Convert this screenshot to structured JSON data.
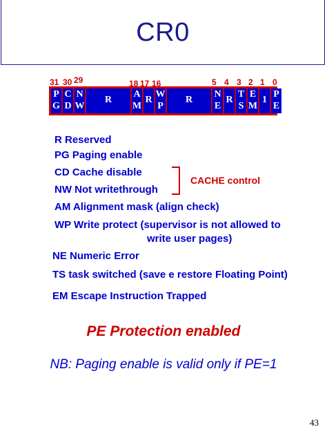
{
  "title": "CR0",
  "register": {
    "bit_numbers": [
      "31",
      "30",
      "29",
      "18",
      "17",
      "16",
      "5",
      "4",
      "3",
      "2",
      "1",
      "0"
    ],
    "fields": [
      {
        "line1": "P",
        "line2": "G"
      },
      {
        "line1": "C",
        "line2": "D"
      },
      {
        "line1": "N",
        "line2": "W"
      },
      {
        "line1": "R",
        "line2": ""
      },
      {
        "line1": "A",
        "line2": "M"
      },
      {
        "line1": "R",
        "line2": ""
      },
      {
        "line1": "W",
        "line2": "P"
      },
      {
        "line1": "R",
        "line2": ""
      },
      {
        "line1": "N",
        "line2": "E"
      },
      {
        "line1": "R",
        "line2": ""
      },
      {
        "line1": "T",
        "line2": "S"
      },
      {
        "line1": "E",
        "line2": "M"
      },
      {
        "line1": "1",
        "line2": ""
      },
      {
        "line1": "P",
        "line2": "E"
      }
    ]
  },
  "legend": [
    "R Reserved",
    "PG Paging enable",
    "CD Cache disable",
    "NW Not writethrough",
    "AM Alignment mask (align check)",
    "WP Write protect (supervisor is not allowed to",
    "write user pages)",
    "NE  Numeric Error",
    "TS task switched (save e restore Floating Point)",
    "EM Escape Instruction Trapped"
  ],
  "cache_control_label": "CACHE control",
  "pe_statement": "PE Protection enabled",
  "note": "NB: Paging enable is valid only if PE=1",
  "page_number": "43",
  "colors": {
    "title": "#1a1a8c",
    "text_blue": "#0000cc",
    "accent_red": "#cc0000",
    "cell_fill": "#0000cc"
  }
}
